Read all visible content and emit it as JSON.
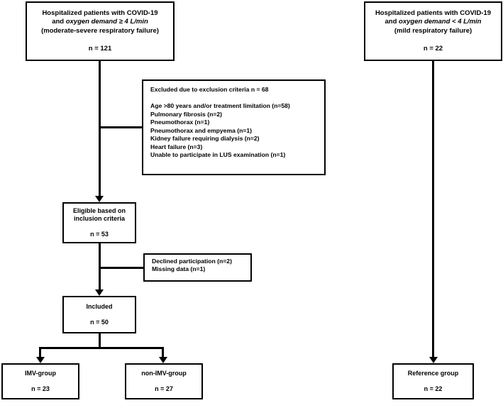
{
  "diagram": {
    "title": "COVID-19 lung ultrasound study participant flow chart",
    "colors": {
      "line": "#000000",
      "box_fill": "#ffffff",
      "text": "#000000"
    }
  },
  "boxes": {
    "cohort_moderate_severe": {
      "line1": "Hospitalized patients with COVID-19",
      "line2_pre": "and ",
      "line2_em": "oxygen demand",
      "line2_post": " ≥ 4 L/min",
      "line3": "(moderate-severe respiratory failure)",
      "n": "n = 121"
    },
    "cohort_mild": {
      "line1": "Hospitalized patients with COVID-19",
      "line2_pre": "and ",
      "line2_em": "oxygen demand",
      "line2_post": " < 4 L/min",
      "line3": "(mild respiratory failure)",
      "n": "n = 22"
    },
    "excluded": {
      "heading": "Excluded due to exclusion criteria  n = 68",
      "reasons": [
        "Age >80 years and/or treatment limitation (n=58)",
        "Pulmonary fibrosis (n=2)",
        "Pneumothorax (n=1)",
        "Pneumothorax and empyema (n=1)",
        "Kidney failure requiring dialysis (n=2)",
        "Heart failure (n=3)",
        "Unable to participate in LUS examination (n=1)"
      ]
    },
    "eligible": {
      "line1": "Eligible based on",
      "line2": "inclusion criteria",
      "n": "n = 53"
    },
    "declined": {
      "line1": "Declined participation (n=2)",
      "line2": "Missing data (n=1)"
    },
    "included": {
      "line1": "Included",
      "n": "n = 50"
    },
    "imv_group": {
      "line1": "IMV-group",
      "n": "n = 23"
    },
    "non_imv_group": {
      "line1": "non-IMV-group",
      "n": "n = 27"
    },
    "reference_group": {
      "line1": "Reference group",
      "n": "n = 22"
    }
  }
}
